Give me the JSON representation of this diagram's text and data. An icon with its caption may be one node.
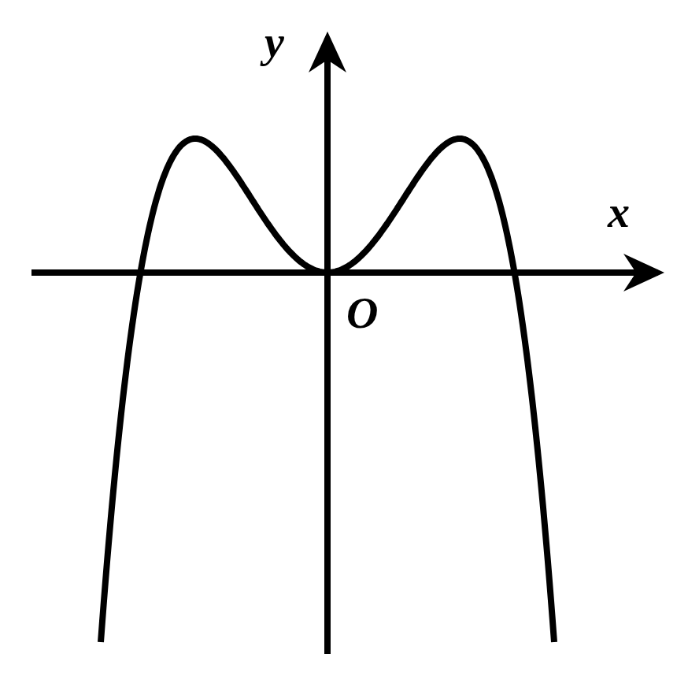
{
  "diagram": {
    "labels": [
      "y",
      "x",
      "O"
    ]
  }
}
